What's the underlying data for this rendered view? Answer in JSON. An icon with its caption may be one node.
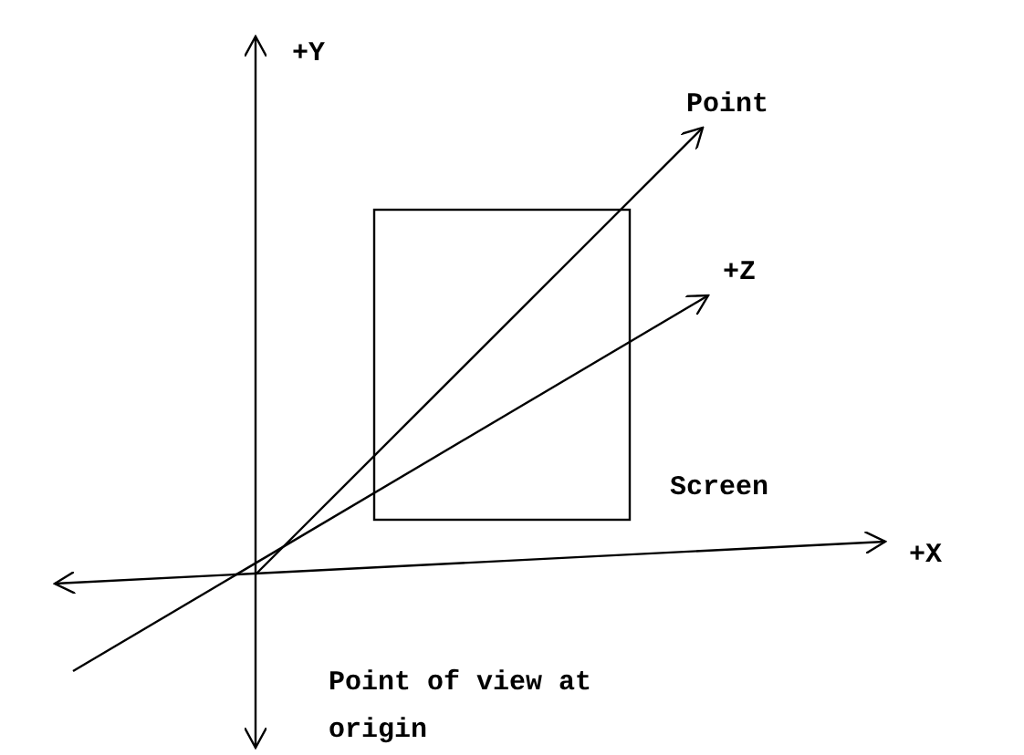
{
  "diagram": {
    "nodes": [
      {
        "text": [
          "Screen"
        ]
      }
    ],
    "labels": [
      "+Y",
      "Point",
      "+Z",
      "+X",
      "Point of view at origin"
    ]
  }
}
